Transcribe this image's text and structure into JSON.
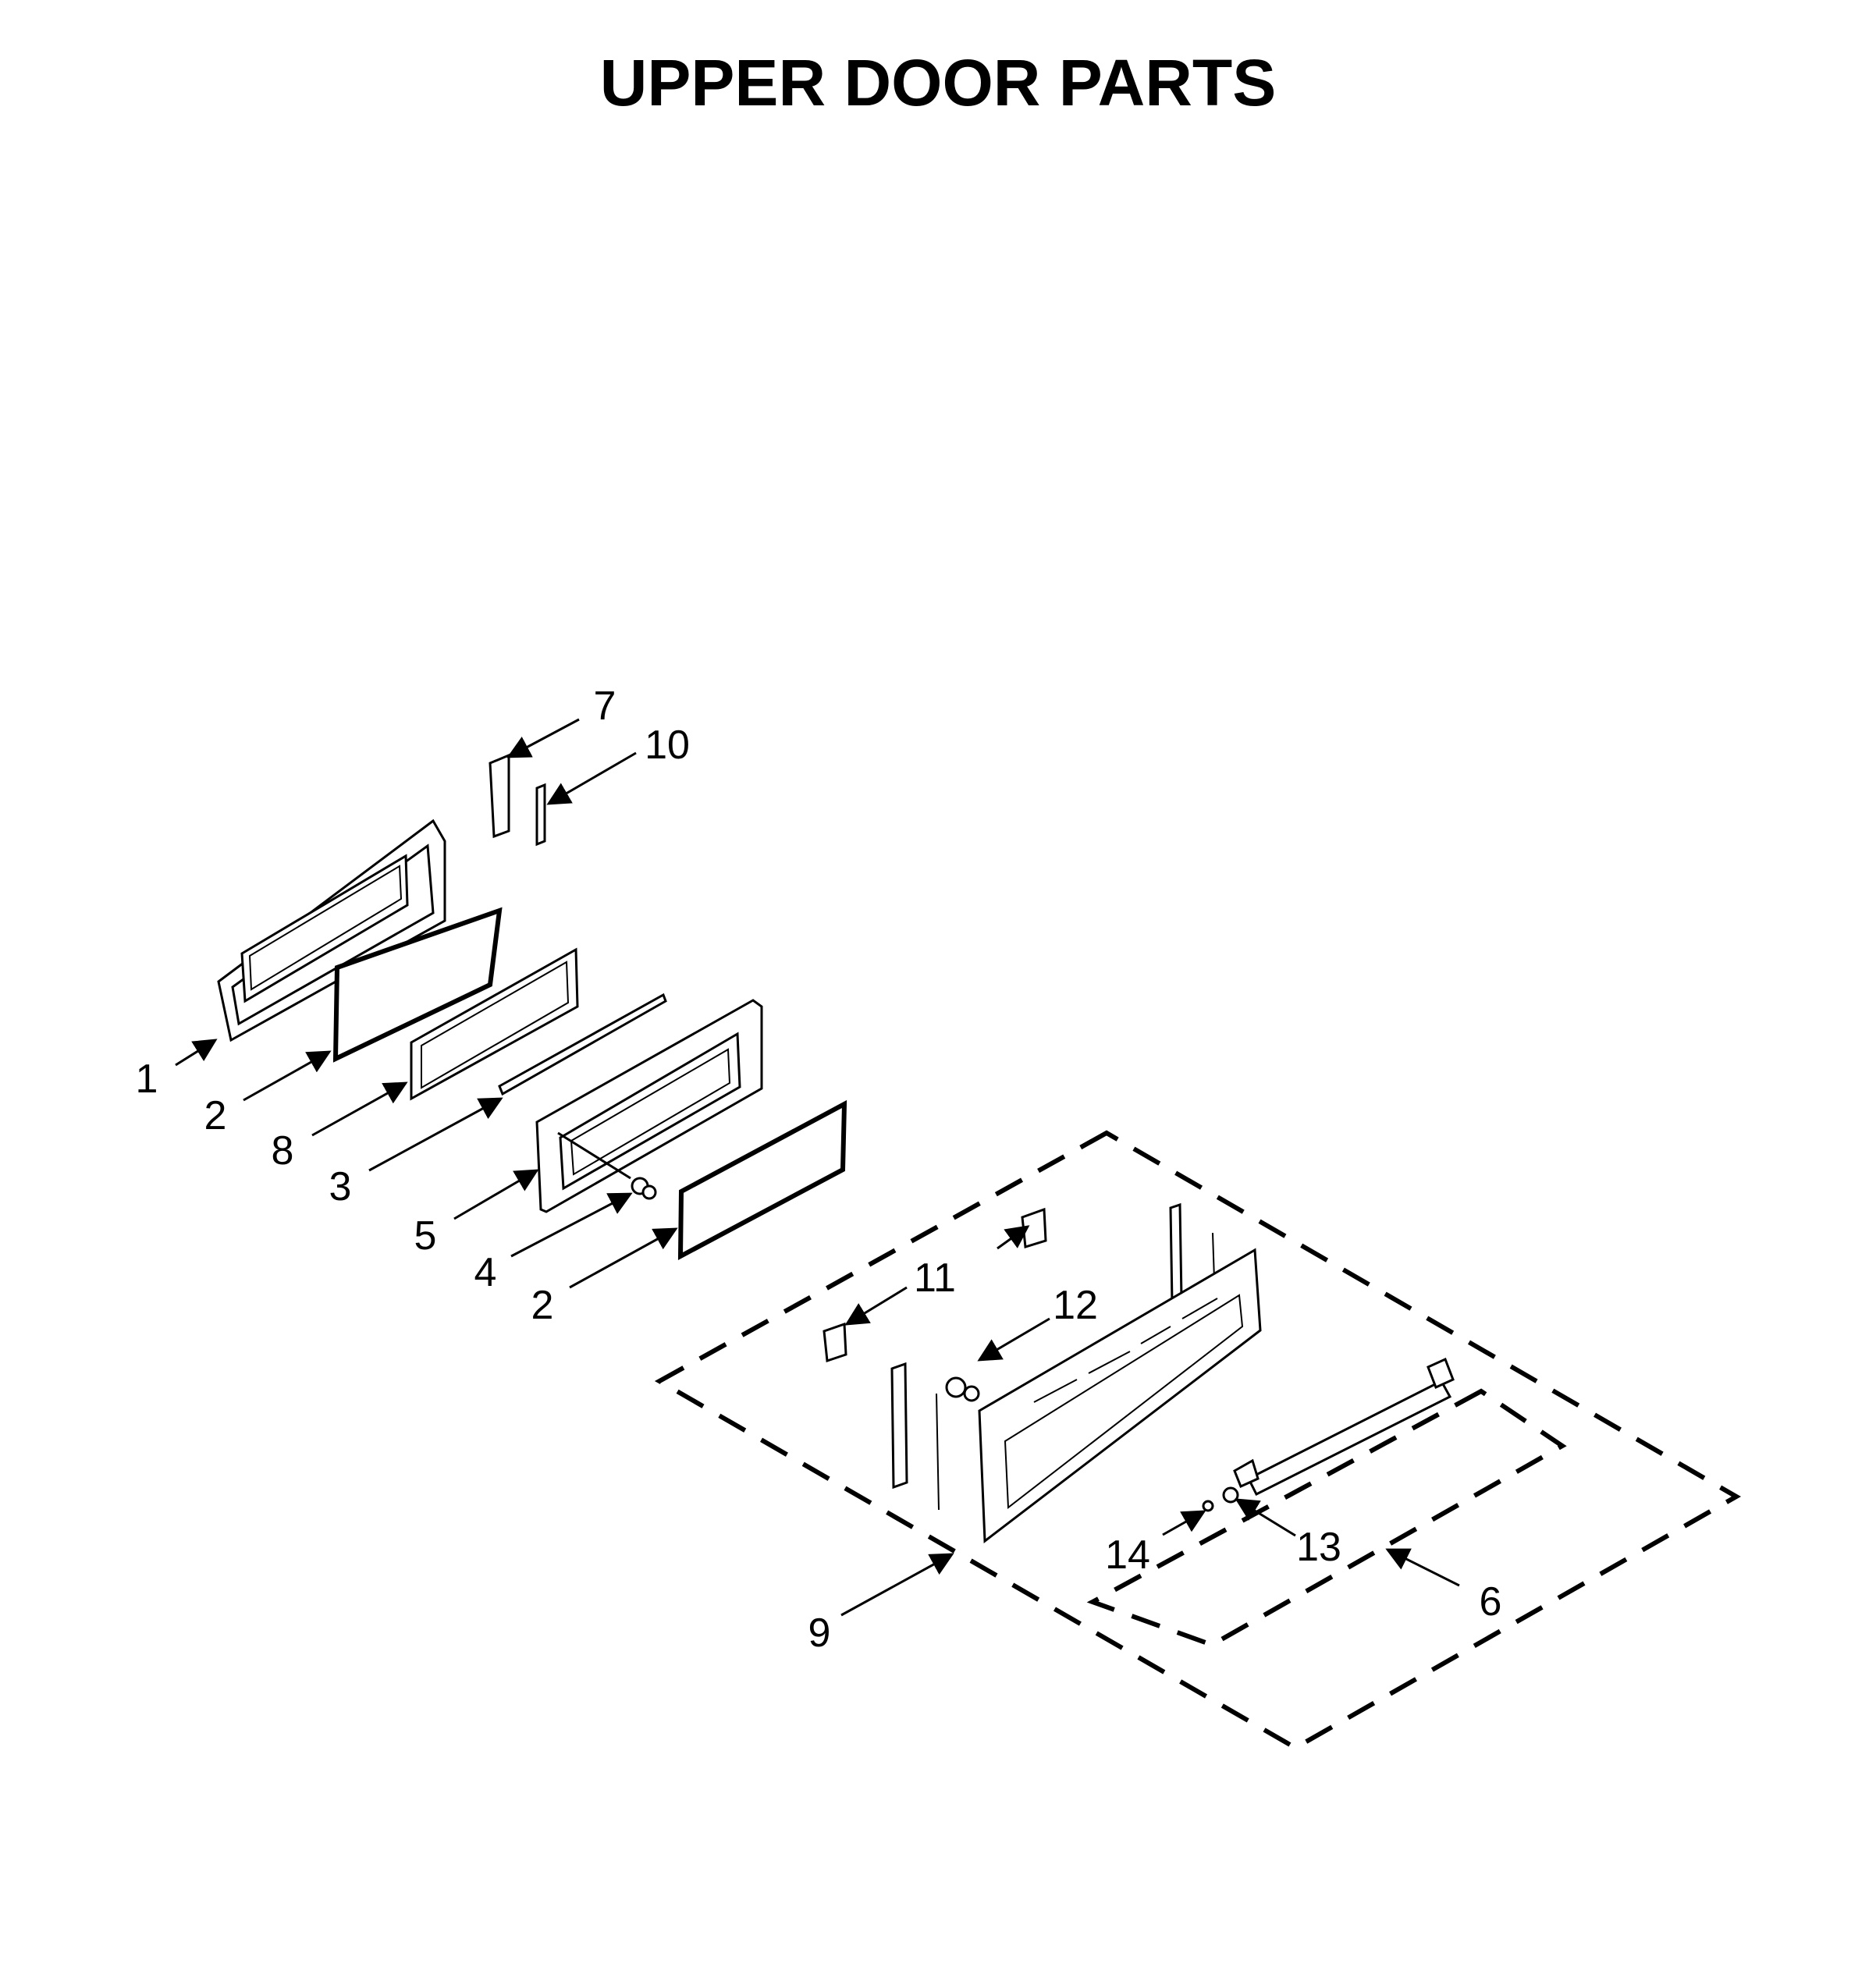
{
  "title": "UPPER DOOR PARTS",
  "callouts": {
    "c1": "1",
    "c2a": "2",
    "c8": "8",
    "c3": "3",
    "c5": "5",
    "c4": "4",
    "c2b": "2",
    "c7": "7",
    "c10": "10",
    "c11": "11",
    "c12": "12",
    "c9": "9",
    "c14": "14",
    "c13": "13",
    "c6": "6"
  }
}
